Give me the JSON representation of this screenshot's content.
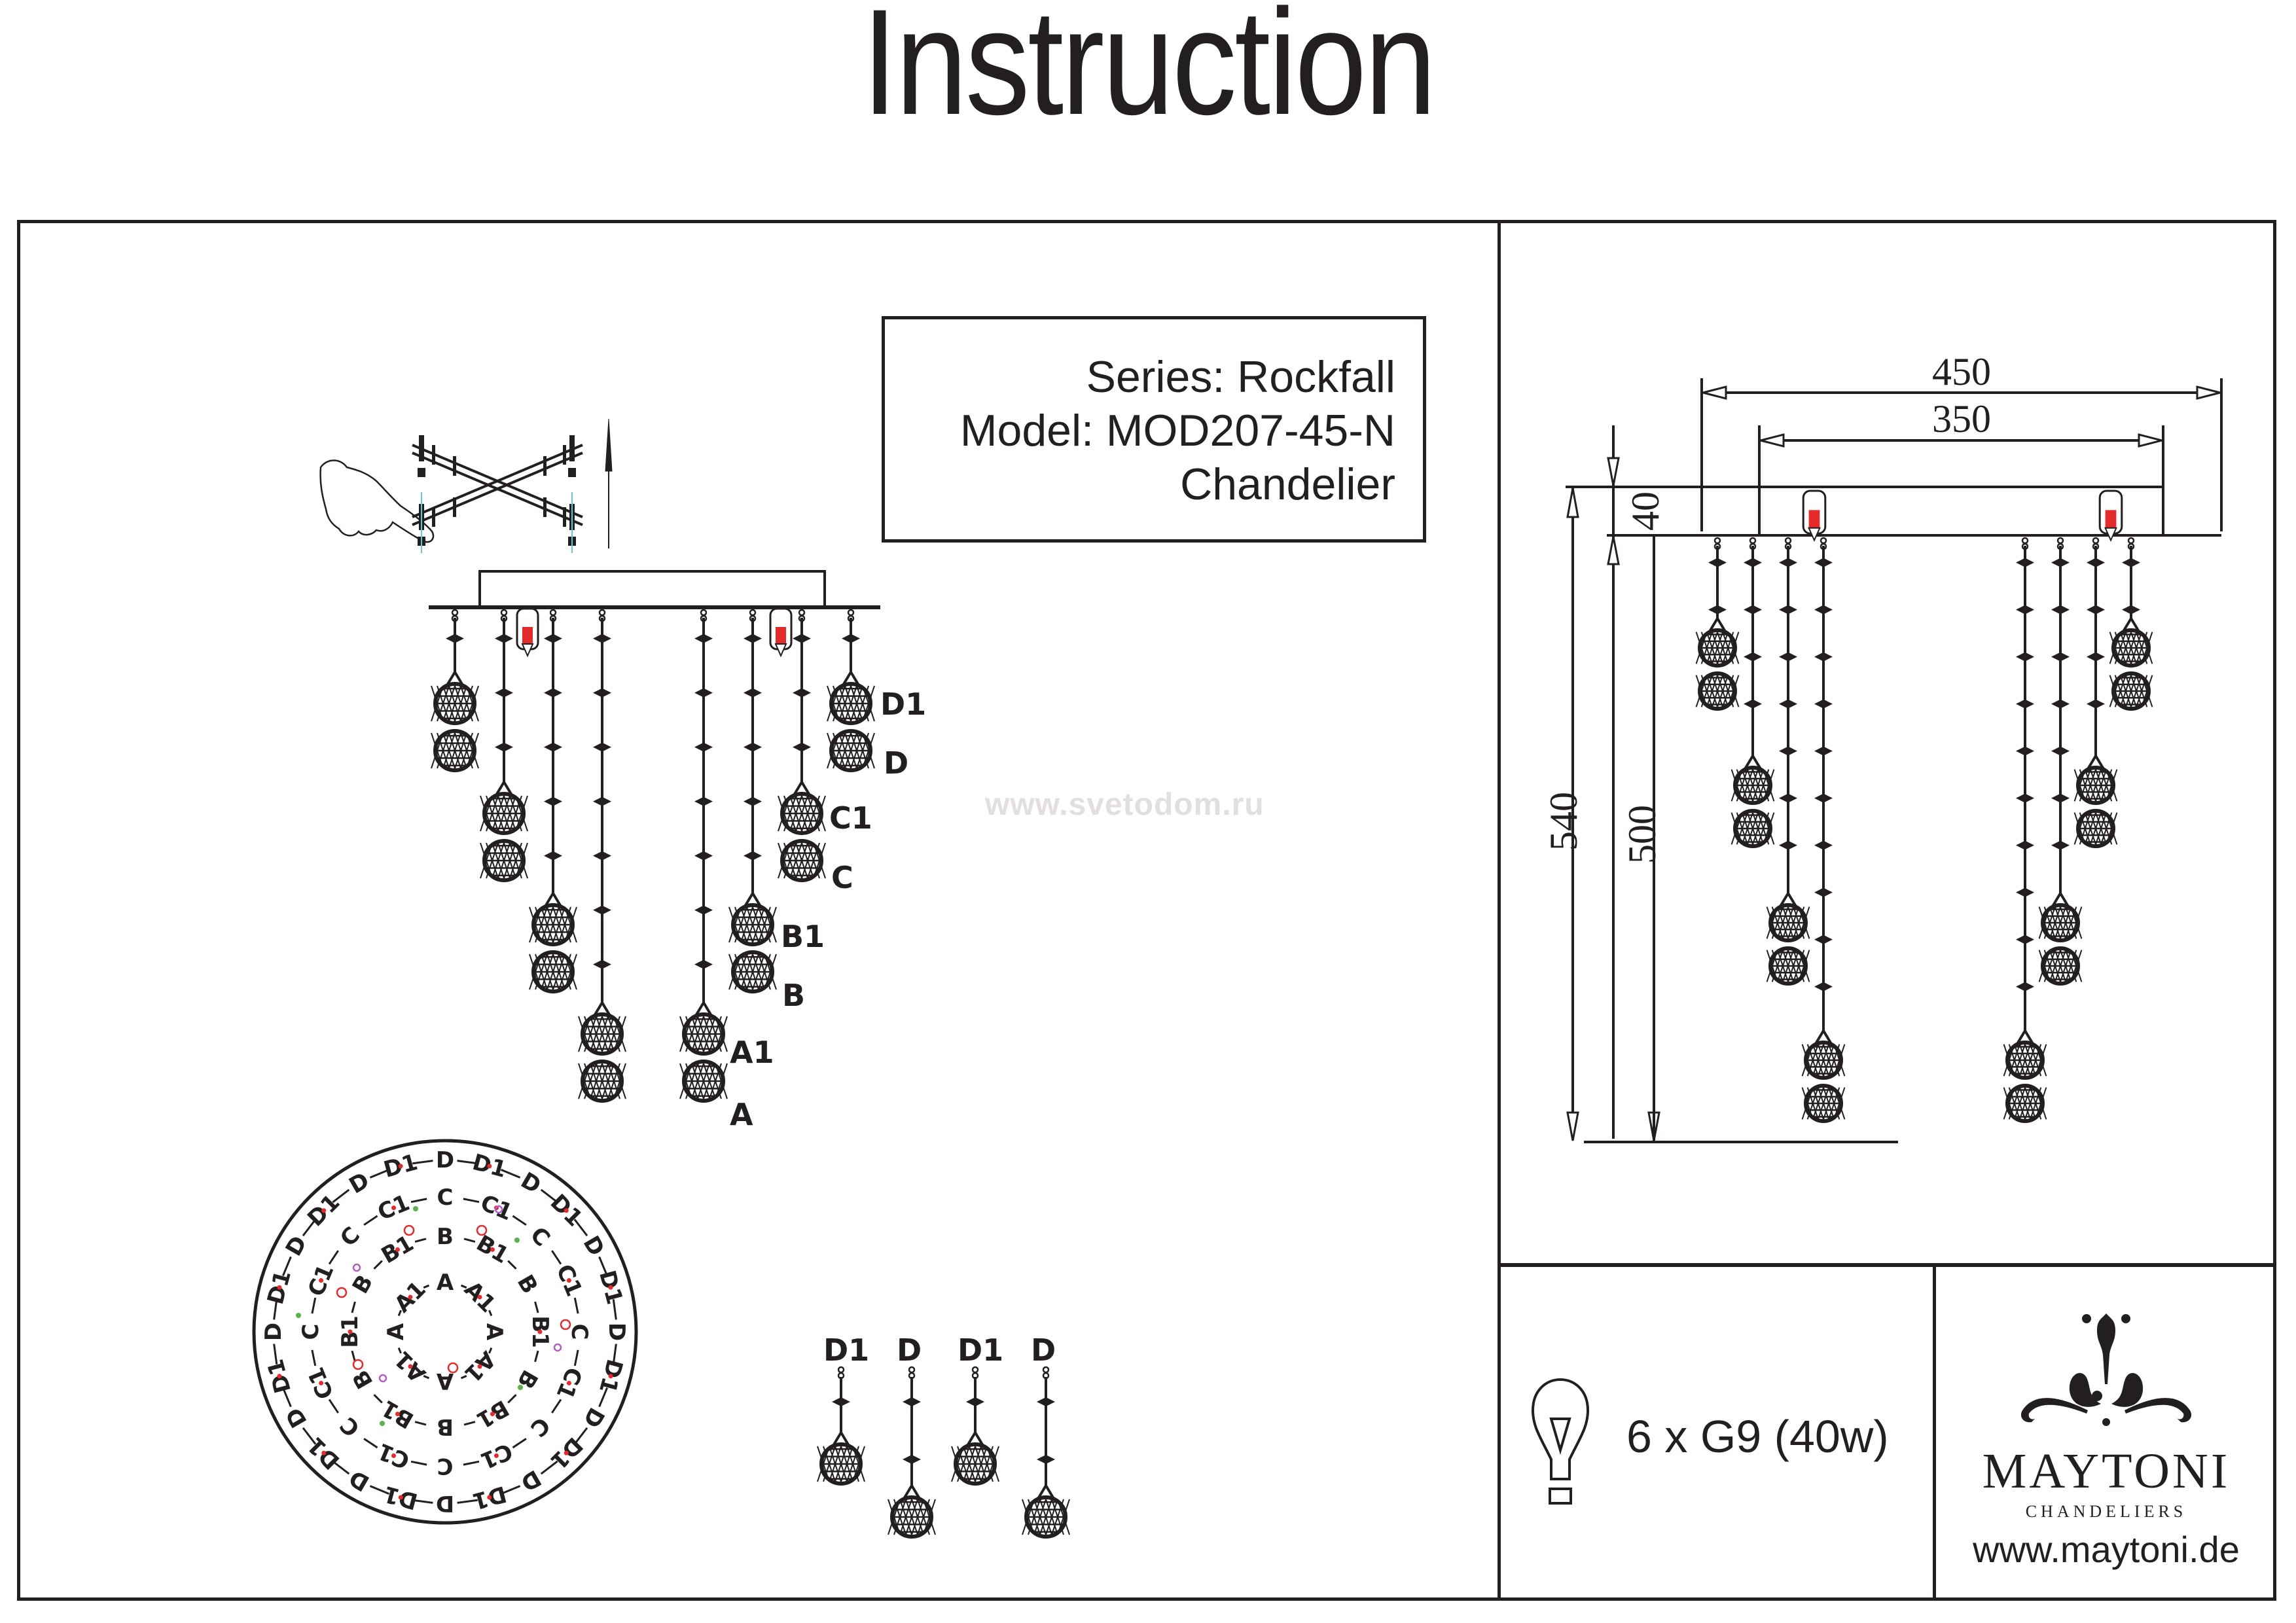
{
  "page": {
    "title": "Instruction",
    "watermark": "www.svetodom.ru"
  },
  "spec_box": {
    "series": "Series: Rockfall",
    "model": "Model: MOD207-45-N",
    "type": "Chandelier"
  },
  "front_view": {
    "right_labels": [
      "D1",
      "D",
      "C1",
      "C",
      "B1",
      "B",
      "A1",
      "A"
    ],
    "detail_labels": [
      "D1",
      "D",
      "D1",
      "D"
    ]
  },
  "layout_plan": {
    "rings": [
      {
        "name": "inner",
        "labels": [
          "A",
          "A1",
          "A",
          "A1",
          "A",
          "A1",
          "A",
          "A1"
        ]
      },
      {
        "name": "second",
        "labels": [
          "B",
          "B1",
          "B",
          "B1",
          "B",
          "B1",
          "B",
          "B1",
          "B",
          "B1",
          "B",
          "B1"
        ]
      },
      {
        "name": "third",
        "labels": [
          "C",
          "C1",
          "C",
          "C1",
          "C",
          "C1",
          "C",
          "C1",
          "C",
          "C1",
          "C",
          "C1",
          "C",
          "C1",
          "C",
          "C1"
        ]
      },
      {
        "name": "outer",
        "labels": [
          "D",
          "D1",
          "D",
          "D1",
          "D",
          "D1",
          "D",
          "D1",
          "D",
          "D1",
          "D",
          "D1",
          "D",
          "D1",
          "D",
          "D1",
          "D",
          "D1",
          "D",
          "D1",
          "D",
          "D1",
          "D",
          "D1"
        ]
      }
    ],
    "marker_colors": {
      "red": "#e32b2b",
      "purple": "#b35fc2",
      "green": "#5cb24a"
    }
  },
  "dimensions": {
    "overall_width": "450",
    "canopy_width": "350",
    "canopy_height": "40",
    "overall_height": "540",
    "drop_height": "500",
    "unit": "mm"
  },
  "bulb": {
    "icon": "light-bulb-icon",
    "text": "6 x G9 (40w)",
    "count": 6,
    "socket": "G9",
    "wattage": "40w"
  },
  "brand": {
    "logo_icon": "ornament-logo-icon",
    "name": "MAYTONI",
    "subtitle": "CHANDELIERS",
    "url": "www.maytoni.de"
  },
  "colors": {
    "ink": "#231f20",
    "bulb_red": "#e32b2b",
    "guide_blue": "#6cc4d8",
    "watermark": "#e4dfdf"
  }
}
